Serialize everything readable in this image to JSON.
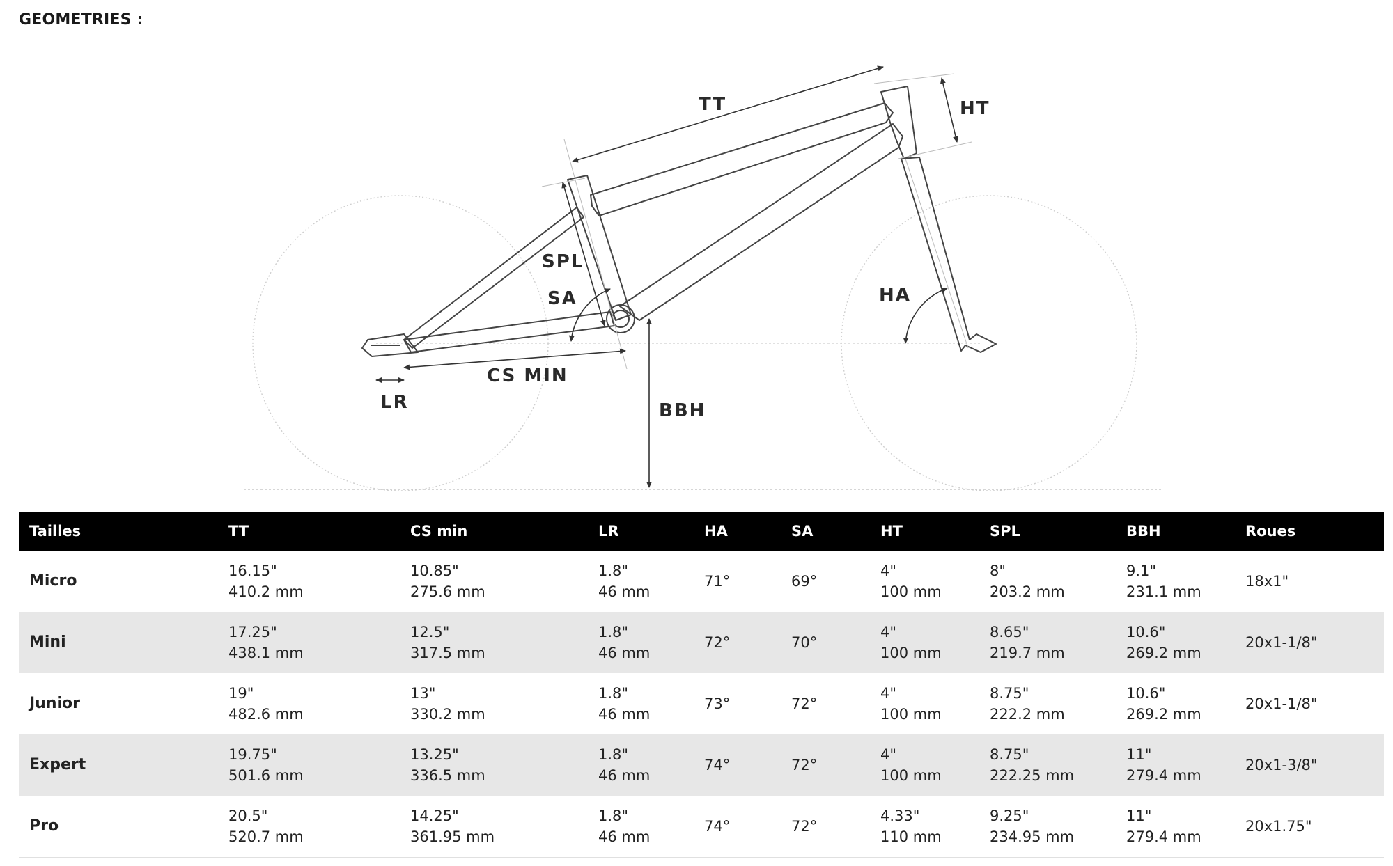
{
  "page_title": "GEOMETRIES :",
  "diagram_labels": {
    "tt": "TT",
    "ht": "HT",
    "spl": "SPL",
    "sa": "SA",
    "ha": "HA",
    "cs_min": "CS MIN",
    "lr": "LR",
    "bbh": "BBH"
  },
  "table": {
    "headers": [
      "Tailles",
      "TT",
      "CS min",
      "LR",
      "HA",
      "SA",
      "HT",
      "SPL",
      "BBH",
      "Roues"
    ],
    "rows": [
      {
        "size": "Micro",
        "tt": [
          "16.15\"",
          "410.2 mm"
        ],
        "cs": [
          "10.85\"",
          "275.6 mm"
        ],
        "lr": [
          "1.8\"",
          "46 mm"
        ],
        "ha": "71°",
        "sa": "69°",
        "ht": [
          "4\"",
          "100 mm"
        ],
        "spl": [
          "8\"",
          "203.2 mm"
        ],
        "bbh": [
          "9.1\"",
          "231.1 mm"
        ],
        "roues": "18x1\""
      },
      {
        "size": "Mini",
        "tt": [
          "17.25\"",
          "438.1 mm"
        ],
        "cs": [
          "12.5\"",
          "317.5 mm"
        ],
        "lr": [
          "1.8\"",
          "46 mm"
        ],
        "ha": "72°",
        "sa": "70°",
        "ht": [
          "4\"",
          "100 mm"
        ],
        "spl": [
          "8.65\"",
          "219.7 mm"
        ],
        "bbh": [
          "10.6\"",
          "269.2 mm"
        ],
        "roues": "20x1-1/8\""
      },
      {
        "size": "Junior",
        "tt": [
          "19\"",
          "482.6 mm"
        ],
        "cs": [
          "13\"",
          "330.2 mm"
        ],
        "lr": [
          "1.8\"",
          "46 mm"
        ],
        "ha": "73°",
        "sa": "72°",
        "ht": [
          "4\"",
          "100 mm"
        ],
        "spl": [
          "8.75\"",
          "222.2 mm"
        ],
        "bbh": [
          "10.6\"",
          "269.2 mm"
        ],
        "roues": "20x1-1/8\""
      },
      {
        "size": "Expert",
        "tt": [
          "19.75\"",
          "501.6 mm"
        ],
        "cs": [
          "13.25\"",
          "336.5 mm"
        ],
        "lr": [
          "1.8\"",
          "46 mm"
        ],
        "ha": "74°",
        "sa": "72°",
        "ht": [
          "4\"",
          "100 mm"
        ],
        "spl": [
          "8.75\"",
          "222.25 mm"
        ],
        "bbh": [
          "11\"",
          "279.4 mm"
        ],
        "roues": "20x1-3/8\""
      },
      {
        "size": "Pro",
        "tt": [
          "20.5\"",
          "520.7 mm"
        ],
        "cs": [
          "14.25\"",
          "361.95 mm"
        ],
        "lr": [
          "1.8\"",
          "46 mm"
        ],
        "ha": "74°",
        "sa": "72°",
        "ht": [
          "4.33\"",
          "110 mm"
        ],
        "spl": [
          "9.25\"",
          "234.95 mm"
        ],
        "bbh": [
          "11\"",
          "279.4 mm"
        ],
        "roues": "20x1.75\""
      }
    ]
  }
}
